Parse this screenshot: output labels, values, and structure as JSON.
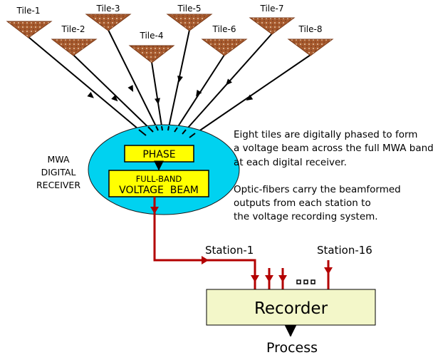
{
  "tiles": [
    {
      "label": "Tile-1"
    },
    {
      "label": "Tile-2"
    },
    {
      "label": "Tile-3"
    },
    {
      "label": "Tile-4"
    },
    {
      "label": "Tile-5"
    },
    {
      "label": "Tile-6"
    },
    {
      "label": "Tile-7"
    },
    {
      "label": "Tile-8"
    }
  ],
  "receiver": {
    "label_lines": [
      "MWA",
      "DIGITAL",
      "RECEIVER"
    ],
    "phase_label": "PHASE",
    "beam_line1": "FULL-BAND",
    "beam_line2": "VOLTAGE  BEAM"
  },
  "description": {
    "para1": [
      "Eight tiles are digitally phased to form",
      "a voltage beam across the full MWA band",
      "at each digital receiver."
    ],
    "para2": [
      "Optic-fibers carry the beamformed",
      "outputs from each station to",
      "the voltage recording system."
    ]
  },
  "stations": {
    "first": "Station-1",
    "last": "Station-16"
  },
  "recorder": {
    "label": "Recorder"
  },
  "process": {
    "label": "Process"
  },
  "colors": {
    "ellipse_fill": "#00d2f0",
    "box_fill": "#ffff00",
    "recorder_fill": "#f3f7c9",
    "fiber": "#b30000",
    "tile": "#a0522d"
  }
}
